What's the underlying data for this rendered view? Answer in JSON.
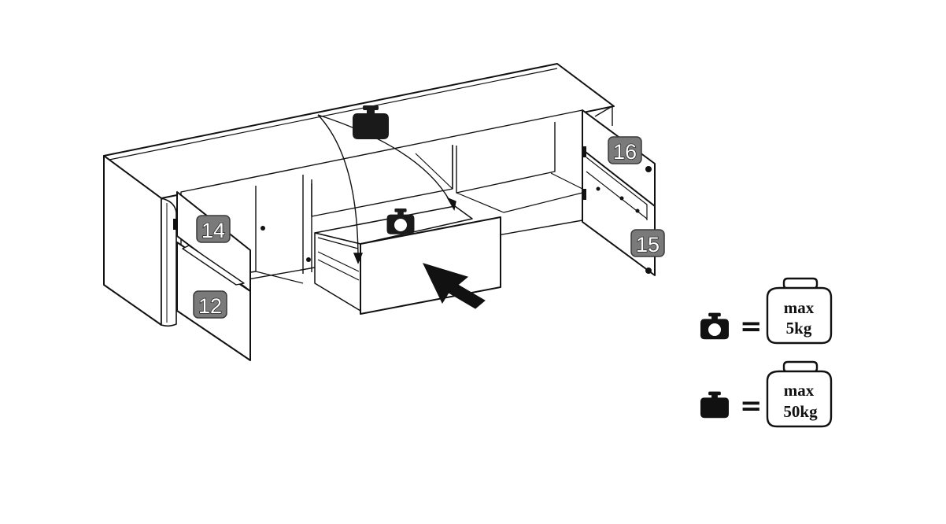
{
  "labels": {
    "part_12": "12",
    "part_14": "14",
    "part_15": "15",
    "part_16": "16"
  },
  "legend": {
    "small_weight": {
      "icon": "small-weight-icon",
      "equals": "=",
      "line1": "max",
      "line2": "5kg"
    },
    "large_weight": {
      "icon": "large-weight-icon",
      "equals": "=",
      "line1": "max",
      "line2": "50kg"
    }
  },
  "colors": {
    "ink": "#111111",
    "label_fill": "#7a7a7a",
    "label_text": "#ffffff"
  }
}
